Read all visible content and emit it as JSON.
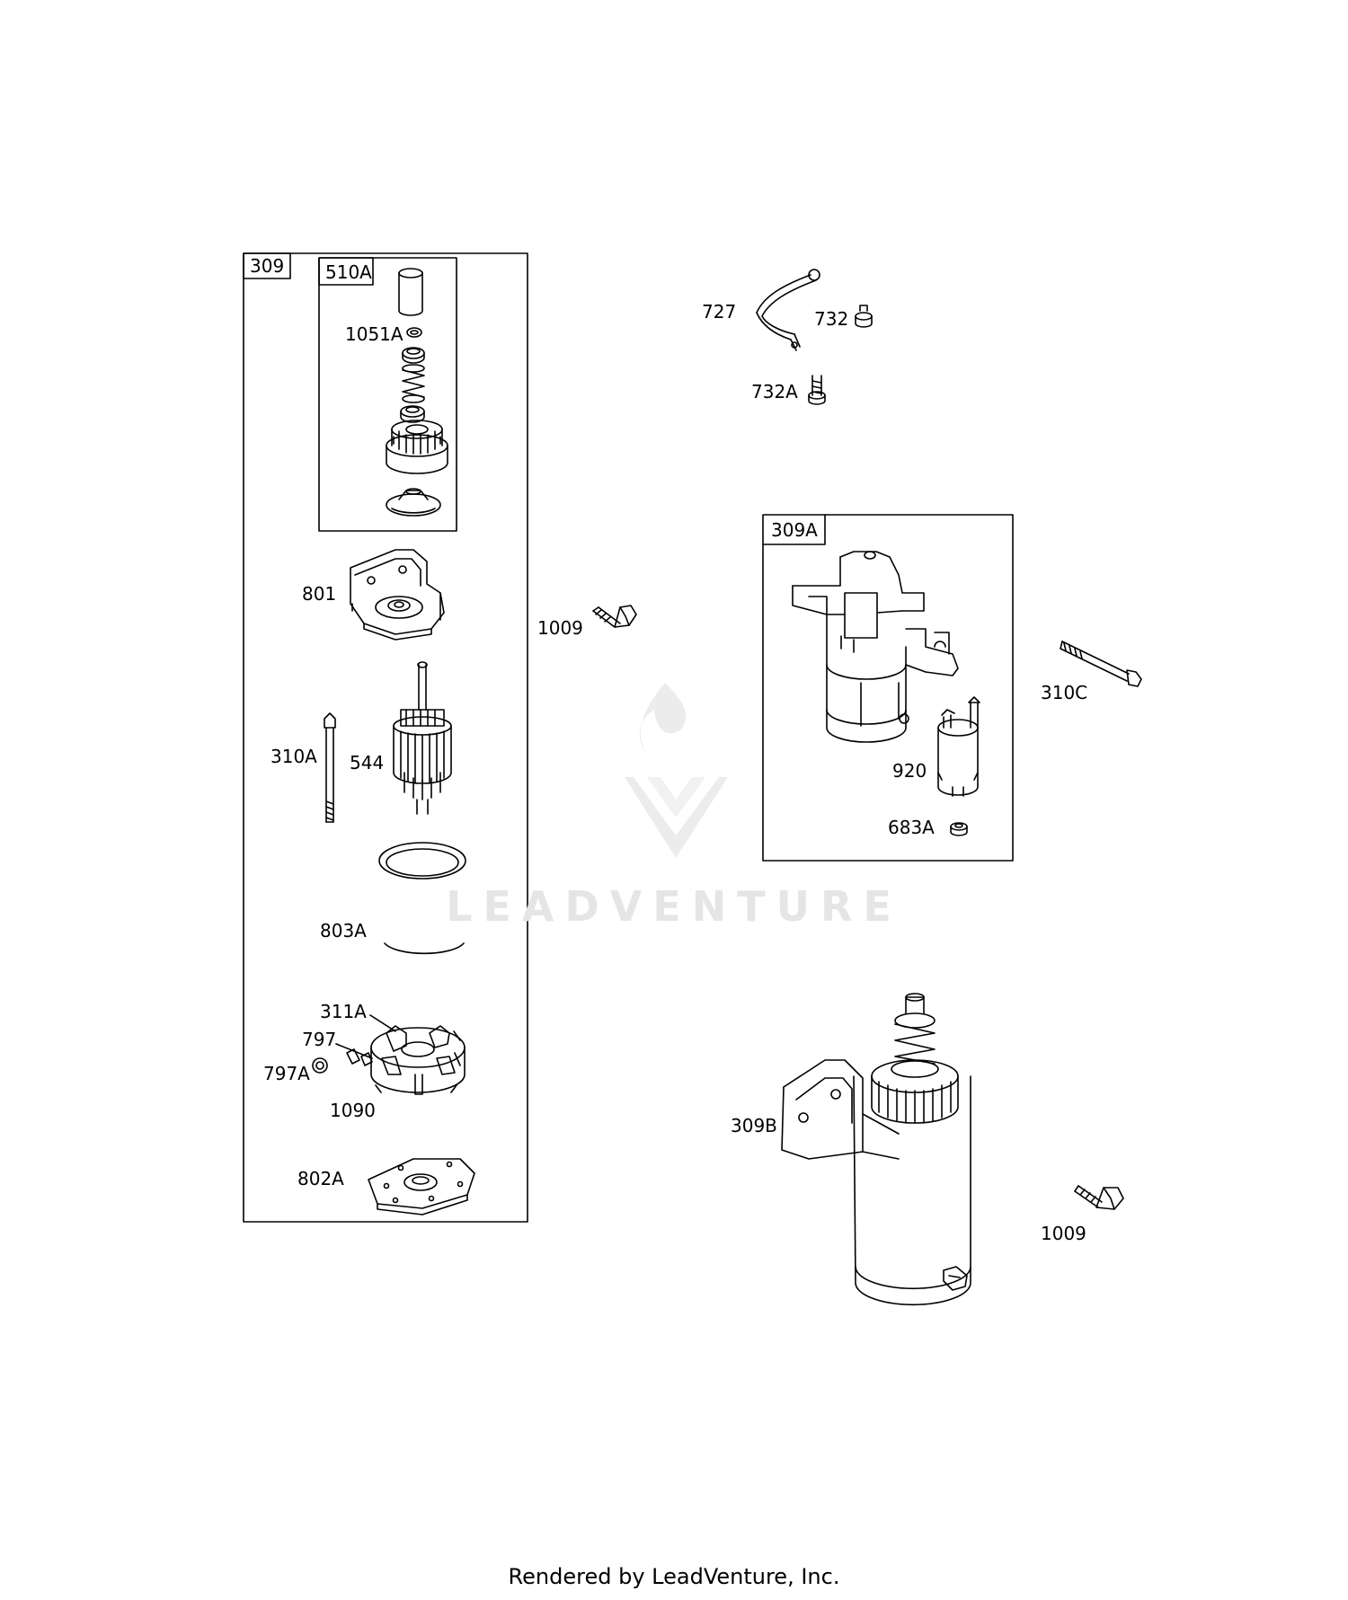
{
  "parts": {
    "p309": "309",
    "p510A": "510A",
    "p1051A": "1051A",
    "p801": "801",
    "p310A": "310A",
    "p544": "544",
    "p803A": "803A",
    "p311A": "311A",
    "p797": "797",
    "p797A": "797A",
    "p1090": "1090",
    "p802A": "802A",
    "p1009a": "1009",
    "p727": "727",
    "p732": "732",
    "p732A": "732A",
    "p309A": "309A",
    "p920": "920",
    "p683A": "683A",
    "p310C": "310C",
    "p309B": "309B",
    "p1009b": "1009"
  },
  "watermark": {
    "text": "LEADVENTURE"
  },
  "footer": {
    "text": "Rendered by LeadVenture, Inc."
  }
}
